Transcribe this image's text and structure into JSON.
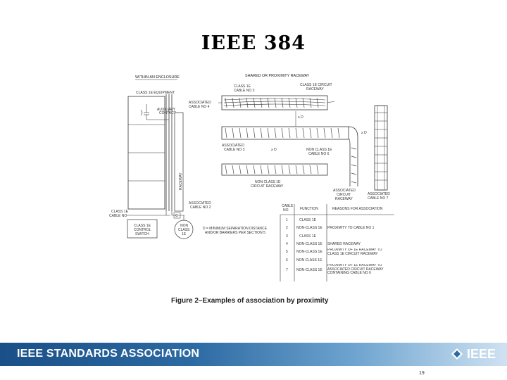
{
  "slide": {
    "title": "IEEE 384"
  },
  "figure": {
    "labels": {
      "within_enclosure": "WITHIN AN ENCLOSURE",
      "shared_raceway": "SHARED OR PROXIMITY RACEWAY",
      "class1e_equipment": "CLASS 1E EQUIPMENT",
      "aux_contact_1": "AUXILIARY",
      "aux_contact_2": "CONTACT",
      "assoc_cable4_1": "ASSOCIATED",
      "assoc_cable4_2": "CABLE NO 4",
      "class1e_cable3_1": "CLASS 1E",
      "class1e_cable3_2": "CABLE NO 3",
      "class1e_raceway_1": "CLASS 1E CIRCUIT",
      "class1e_raceway_2": "RACEWAY",
      "d1": "≥ D",
      "d2": "≥ D",
      "d3": "≥ D",
      "assoc_cable3_1": "ASSOCIATED",
      "assoc_cable3_2": "CABLE NO 3",
      "nonclass_cable6_1": "NON CLASS 1E",
      "nonclass_cable6_2": "CABLE NO 6",
      "nonclass_raceway_1": "NON CLASS 1E",
      "nonclass_raceway_2": "CIRCUIT RACEWAY",
      "assoc_circuit_1": "ASSOCIATED",
      "assoc_circuit_2": "CIRCUIT",
      "assoc_circuit_3": "RACEWAY",
      "assoc_cable7_1": "ASSOCIATED",
      "assoc_cable7_2": "CABLE NO 7",
      "raceway_vertical": "RACEWAY",
      "assoc_cable2_1": "ASSOCIATED",
      "assoc_cable2_2": "CABLE NO 2",
      "class1e_cable_no_1": "CLASS 1E",
      "class1e_cable_no_2": "CABLE NO",
      "control_switch_1": "CLASS 1E",
      "control_switch_2": "CONTROL",
      "control_switch_3": "SWITCH",
      "non_class_1": "NON",
      "non_class_2": "CLASS",
      "non_class_3": "1E",
      "c_label": "C",
      "legend_1": "D = MINIMUM SEPARATION DISTANCE",
      "legend_2": "AND/OR BARRIERS PER SECTION 5"
    },
    "table": {
      "headers": [
        "CABLE NO",
        "FUNCTION",
        "REASONS FOR ASSOCIATION"
      ],
      "rows": [
        {
          "no": "1",
          "function": "CLASS 1E",
          "reason": ""
        },
        {
          "no": "2",
          "function": "NON-CLASS 1E",
          "reason": "PROXIMITY TO CABLE NO 1"
        },
        {
          "no": "3",
          "function": "CLASS 1E",
          "reason": ""
        },
        {
          "no": "4",
          "function": "NON-CLASS 1E",
          "reason": "SHARED RACEWAY"
        },
        {
          "no": "5",
          "function": "NON-CLASS 1E",
          "reason": "PROXIMITY OF 1E RACEWAY TO CLASS 1E CIRCUIT RACEWAY"
        },
        {
          "no": "6",
          "function": "NON CLASS 1E",
          "reason": ""
        },
        {
          "no": "7",
          "function": "NON-CLASS 1E",
          "reason": "PROXIMITY OF 1E RACEWAY TO ASSOCIATED CIRCUIT RACEWAY CONTAINING CABLE NO 6"
        }
      ]
    },
    "caption": "Figure 2–Examples of association by proximity"
  },
  "footer": {
    "org": "IEEE STANDARDS ASSOCIATION",
    "logo_text": "IEEE",
    "page_number": "19",
    "colors": {
      "bar_start": "#1a4f87",
      "bar_end": "#cfe2f2"
    }
  }
}
